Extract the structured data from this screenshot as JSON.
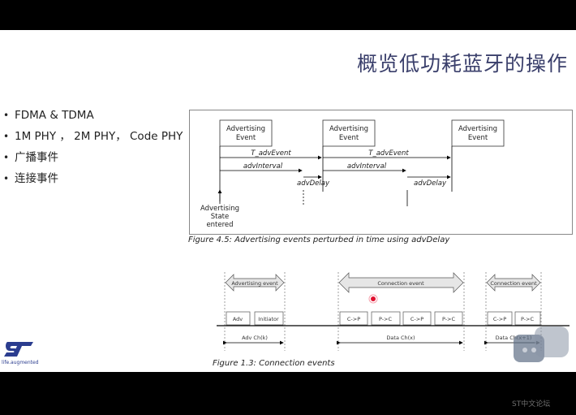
{
  "slide": {
    "title": "概览低功耗蓝牙的操作",
    "bullets": [
      "FDMA & TDMA",
      "1M PHY ， 2M PHY， Code PHY",
      "广播事件",
      "连接事件"
    ],
    "logo": {
      "name": "st-logo-icon",
      "tagline": "life.augmented"
    }
  },
  "figure1": {
    "boxes": [
      "Advertising Event",
      "Advertising Event",
      "Advertising Event"
    ],
    "labels": {
      "t_adv_event": "T_advEvent",
      "adv_interval": "advInterval",
      "adv_delay": "advDelay",
      "advertising": "Advertising",
      "state": "State",
      "entered": "entered"
    },
    "caption": "Figure 4.5:  Advertising events perturbed in time using advDelay"
  },
  "figure2": {
    "events": {
      "advertising_event": "Advertising event",
      "connection_event": "Connection event",
      "connection_event_2": "Connection event"
    },
    "packets": {
      "adv": "Adv",
      "initiator": "Initiator",
      "c_to_p": "C->P",
      "p_to_c": "P->C"
    },
    "channels": {
      "adv_ch": "Adv Ch(k)",
      "data_ch": "Data Ch(x)",
      "data_ch_next": "Data Ch(x+1)"
    },
    "caption": "Figure 1.3:  Connection events"
  },
  "watermark": {
    "text": "ST中文论坛"
  },
  "colors": {
    "title": "#3a3f6b",
    "st_blue": "#2b3d8f",
    "pointer": "#e0102f"
  }
}
